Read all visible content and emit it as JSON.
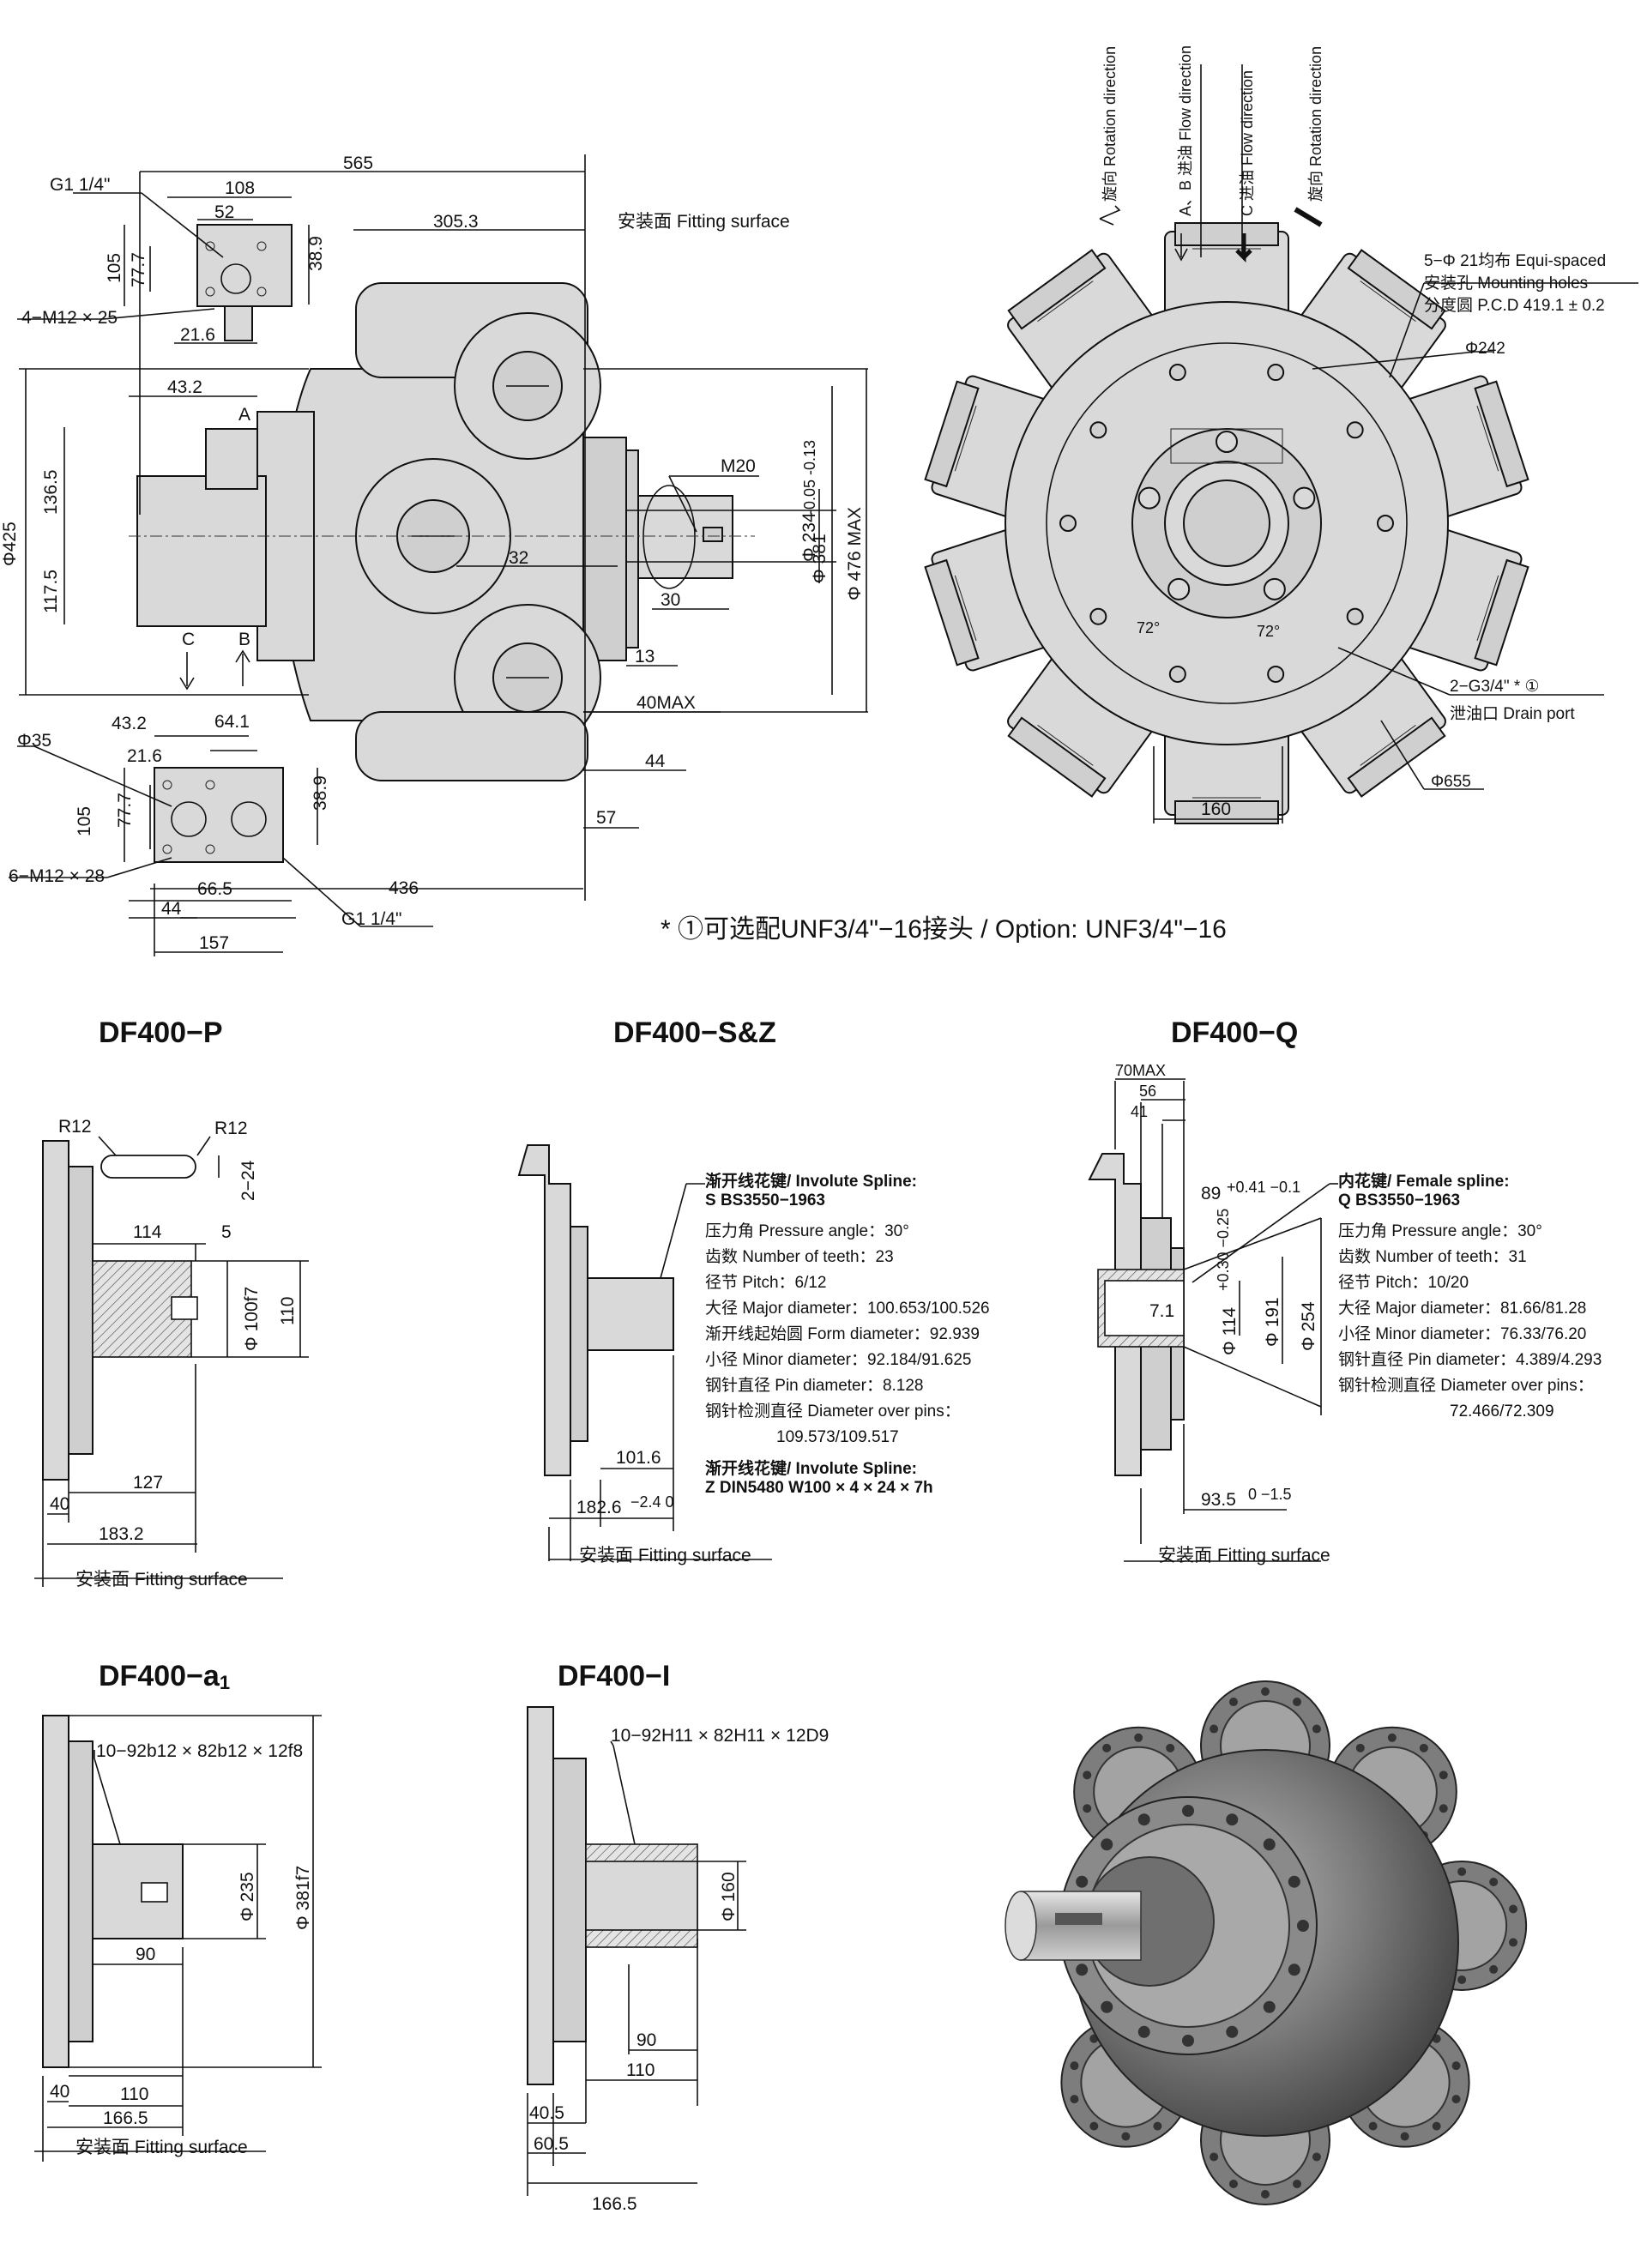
{
  "main_view": {
    "dims": {
      "d565": "565",
      "d305": "305.3",
      "d108": "108",
      "d52": "52",
      "d389a": "38.9",
      "d105a": "105",
      "d777a": "77.7",
      "d216a": "21.6",
      "d432a": "43.2",
      "d1365": "136.5",
      "d1175": "117.5",
      "d425": "Φ425",
      "dM20": "M20",
      "d234": "Φ 234",
      "d381": "Φ 381",
      "d381tol": "-0.05 -0.13",
      "d476": "Φ 476 MAX",
      "d32": "32",
      "d30": "30",
      "d13": "13",
      "d40max": "40MAX",
      "d44a": "44",
      "d57": "57",
      "d35": "Φ35",
      "d432b": "43.2",
      "d641": "64.1",
      "d216b": "21.6",
      "d389b": "38.9",
      "d105b": "105",
      "d777b": "77.7",
      "d665": "66.5",
      "d44b": "44",
      "d157": "157",
      "d436": "436"
    },
    "labels": {
      "g1_top": "G1  1/4\"",
      "m12_25": "4−M12 × 25",
      "m12_28": "6−M12 × 28",
      "g1_bottom": "G1  1/4\"",
      "fitting_surface": "安装面 Fitting surface",
      "port_a": "A",
      "port_b": "B",
      "port_c": "C"
    }
  },
  "front_view": {
    "dir1": "旋向 Rotation direction",
    "dir2": "A、B 进油 Flow direction",
    "dir3": "C 进油 Flow direction",
    "dir4": "旋向 Rotation direction",
    "holes1": "5−Φ 21均布 Equi-spaced",
    "holes2": "安装孔 Mounting holes",
    "holes3": "分度圆 P.C.D 419.1 ± 0.2",
    "d242": "Φ242",
    "drain1": "2−G3/4\" * ①",
    "drain2": "泄油口 Drain port",
    "d655": "Φ655",
    "d160": "160",
    "a72a": "72°",
    "a72b": "72°"
  },
  "option_note": "* ①可选配UNF3/4\"−16接头 / Option: UNF3/4\"−16",
  "df400_p": {
    "title": "DF400−P",
    "r12a": "R12",
    "r12b": "R12",
    "d224": "2−24",
    "d114": "114",
    "d5": "5",
    "d100": "Φ 100f7",
    "d110": "110",
    "d127": "127",
    "d40": "40",
    "d1832": "183.2",
    "fitting": "安装面 Fitting surface"
  },
  "df400_sz": {
    "title": "DF400−S&Z",
    "s1": "渐开线花键/ Involute Spline:",
    "s2": "S  BS3550−1963",
    "l1": "压力角 Pressure angle：30°",
    "l2": "齿数 Number of teeth：23",
    "l3": "径节 Pitch：6/12",
    "l4": "大径 Major diameter：100.653/100.526",
    "l5": "渐开线起始圆 Form diameter：92.939",
    "l6": "小径 Minor diameter：92.184/91.625",
    "l7": "钢针直径 Pin diameter：8.128",
    "l8": "钢针检测直径  Diameter over pins：",
    "l9": "109.573/109.517",
    "z1": "渐开线花键/ Involute Spline:",
    "z2": "Z  DIN5480  W100 × 4 × 24 × 7h",
    "d1016": "101.6",
    "d1826": "182.6",
    "d1826tol": "−2.4 0",
    "fitting": "安装面 Fitting surface"
  },
  "df400_q": {
    "title": "DF400−Q",
    "d70": "70MAX",
    "d56": "56",
    "d41": "41",
    "d89": "89",
    "d89tol": "+0.41 −0.1",
    "d114": "Φ 114",
    "d114tol": "+0.30 −0.25",
    "d191": "Φ 191",
    "d254": "Φ 254",
    "d71": "7.1",
    "s1": "内花键/ Female spline:",
    "s2": "Q  BS3550−1963",
    "l1": "压力角 Pressure angle：30°",
    "l2": "齿数 Number of teeth：31",
    "l3": "径节 Pitch：10/20",
    "l4": "大径 Major diameter：81.66/81.28",
    "l5": "小径 Minor diameter：76.33/76.20",
    "l6": "钢针直径 Pin diameter：4.389/4.293",
    "l7": "钢针检测直径  Diameter over pins：",
    "l8": "72.466/72.309",
    "d935": "93.5",
    "d935tol": "0 −1.5",
    "fitting": "安装面 Fitting surface"
  },
  "df400_a1": {
    "title": "DF400−a",
    "title_sub": "1",
    "spline": "10−92b12 × 82b12 × 12f8",
    "d235": "Φ 235",
    "d381": "Φ 381f7",
    "d90": "90",
    "d40": "40",
    "d110": "110",
    "d1665": "166.5",
    "fitting": "安装面 Fitting surface"
  },
  "df400_i": {
    "title": "DF400−I",
    "spline": "10−92H11 × 82H11 × 12D9",
    "d160": "Φ 160",
    "d90": "90",
    "d110": "110",
    "d405": "40.5",
    "d605": "60.5",
    "d1665": "166.5"
  }
}
